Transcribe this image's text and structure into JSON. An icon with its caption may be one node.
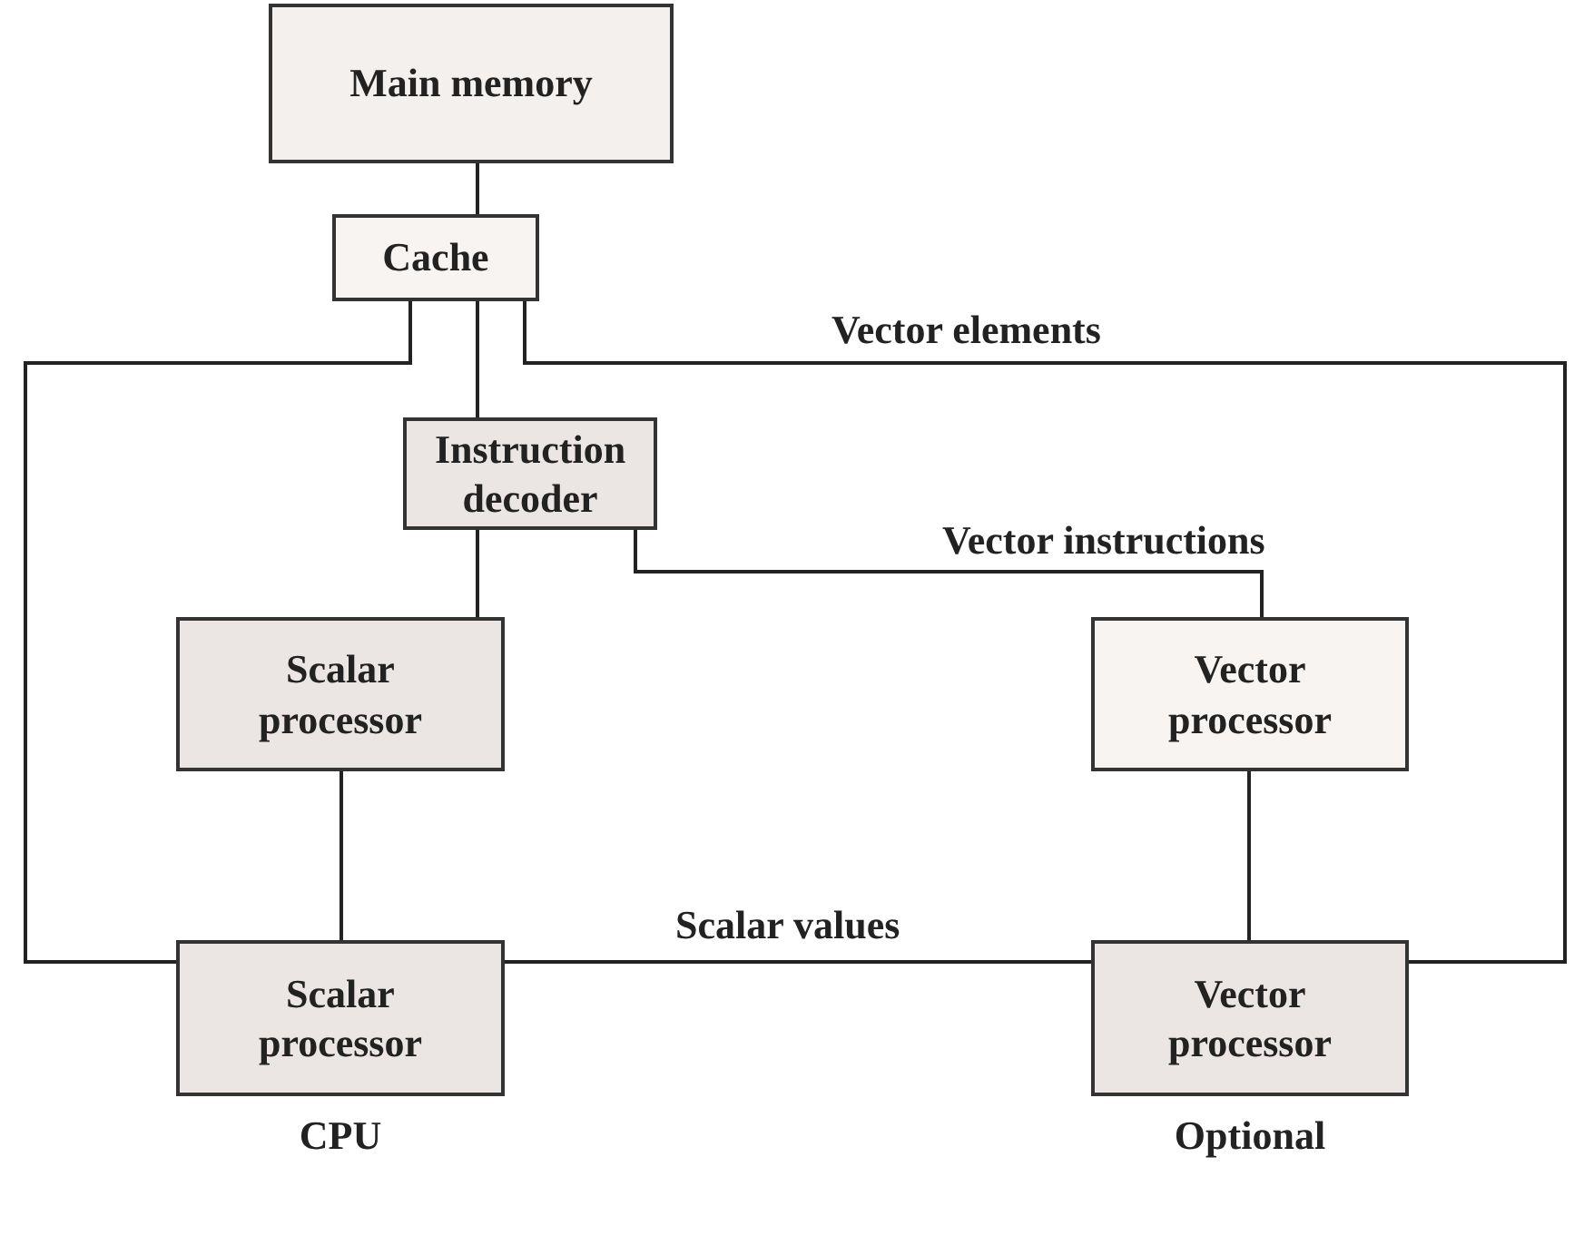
{
  "diagram": {
    "nodes": [
      {
        "text": [
          "Main memory"
        ]
      },
      {
        "text": [
          "Cache"
        ]
      },
      {
        "text": [
          "Instruction decoder"
        ]
      },
      {
        "text": [
          "Scalar processor"
        ]
      },
      {
        "text": [
          "Vector processor"
        ]
      },
      {
        "text": [
          "Scalar processor"
        ],
        "beside": [
          "CPU"
        ]
      },
      {
        "text": [
          "Vector processor"
        ],
        "beside": [
          "Optional"
        ]
      }
    ],
    "edges": [
      {
        "from": 0,
        "to": 1,
        "arrow": "none"
      },
      {
        "from": 1,
        "to": 2,
        "arrow": "none"
      },
      {
        "from": 1,
        "to": 5,
        "arrow": "none"
      },
      {
        "from": 1,
        "to": 6,
        "arrow": "none",
        "label": "Vector elements"
      },
      {
        "from": 2,
        "to": 3,
        "arrow": "none"
      },
      {
        "from": 2,
        "to": 4,
        "arrow": "none",
        "label": "Vector instructions"
      },
      {
        "from": 3,
        "to": 5,
        "arrow": "none"
      },
      {
        "from": 4,
        "to": 6,
        "arrow": "none"
      },
      {
        "from": 5,
        "to": 6,
        "arrow": "none",
        "label": "Scalar values"
      }
    ]
  }
}
